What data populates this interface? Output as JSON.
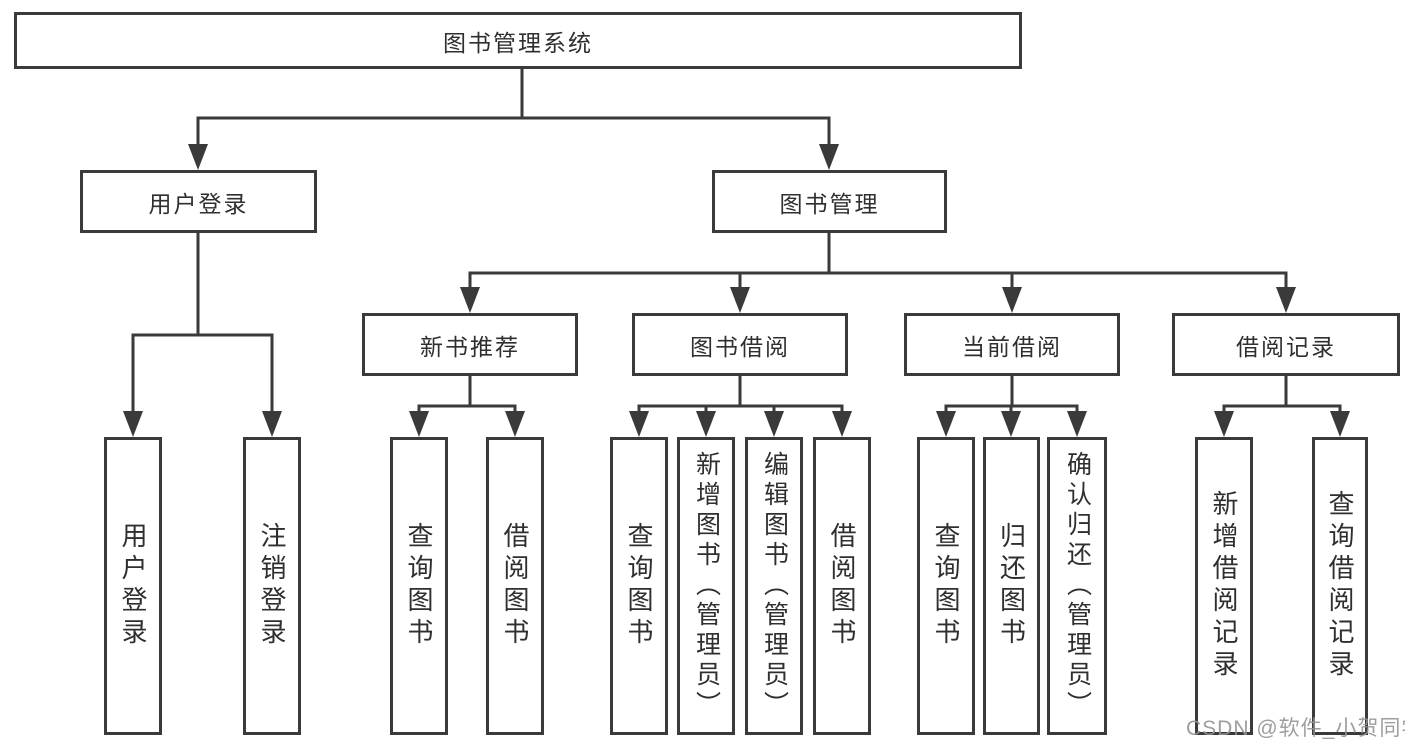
{
  "nodes": {
    "root": {
      "label": "图书管理系统"
    },
    "user_login": {
      "label": "用户登录"
    },
    "book_management": {
      "label": "图书管理"
    },
    "new_book_recommend": {
      "label": "新书推荐"
    },
    "book_borrowing": {
      "label": "图书借阅"
    },
    "current_borrowing": {
      "label": "当前借阅"
    },
    "borrowing_records": {
      "label": "借阅记录"
    },
    "leaf_user_login": {
      "label": "用户登录"
    },
    "leaf_logout": {
      "label": "注销登录"
    },
    "leaf_query_book_recommend": {
      "label": "查询图书"
    },
    "leaf_borrow_book_recommend": {
      "label": "借阅图书"
    },
    "leaf_query_book_borrowing": {
      "label": "查询图书"
    },
    "leaf_add_book_admin": {
      "label": "新增图书（管理员）"
    },
    "leaf_edit_book_admin": {
      "label": "编辑图书（管理员）"
    },
    "leaf_borrow_book_borrowing": {
      "label": "借阅图书"
    },
    "leaf_query_book_current": {
      "label": "查询图书"
    },
    "leaf_return_book": {
      "label": "归还图书"
    },
    "leaf_confirm_return_admin": {
      "label": "确认归还（管理员）"
    },
    "leaf_add_borrow_record": {
      "label": "新增借阅记录"
    },
    "leaf_query_borrow_record": {
      "label": "查询借阅记录"
    }
  },
  "watermark": {
    "text": "CSDN @软件_小贺同学"
  },
  "colors": {
    "line": "#3a3a3a",
    "text": "#2f2f2f",
    "background": "#ffffff",
    "watermark": "#949494"
  }
}
